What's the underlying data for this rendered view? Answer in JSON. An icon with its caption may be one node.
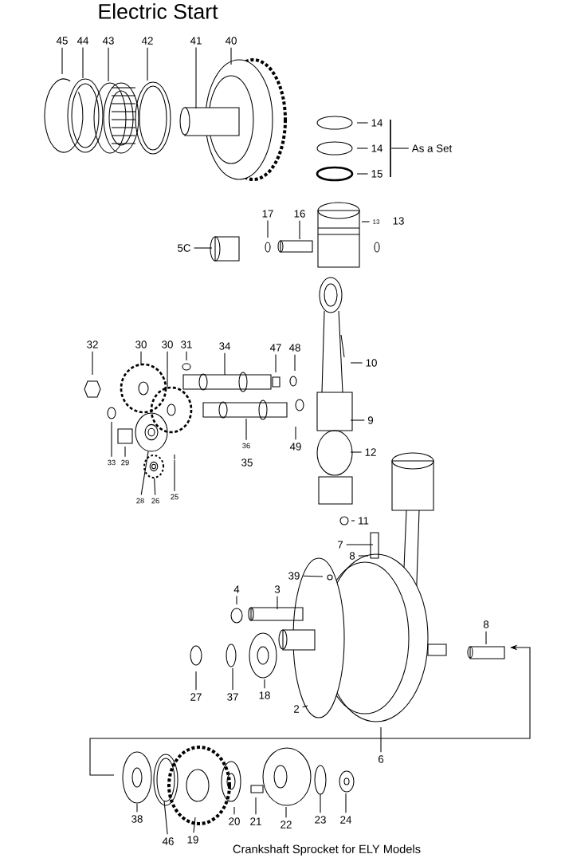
{
  "diagram": {
    "title": "Electric Start",
    "caption": "Crankshaft Sprocket for ELY Models",
    "nodes": [
      {
        "text": [
          "45"
        ]
      },
      {
        "text": [
          "44"
        ]
      },
      {
        "text": [
          "43"
        ]
      },
      {
        "text": [
          "42"
        ]
      },
      {
        "text": [
          "41"
        ]
      },
      {
        "text": [
          "40"
        ]
      },
      {
        "text": [
          "14"
        ]
      },
      {
        "text": [
          "14"
        ]
      },
      {
        "text": [
          "15"
        ]
      },
      {
        "text": [
          "As a Set"
        ]
      },
      {
        "text": [
          "17"
        ]
      },
      {
        "text": [
          "16"
        ]
      },
      {
        "text": [
          "13"
        ]
      },
      {
        "text": [
          "13"
        ]
      },
      {
        "text": [
          "5C"
        ]
      },
      {
        "text": [
          "32"
        ]
      },
      {
        "text": [
          "30"
        ]
      },
      {
        "text": [
          "30"
        ]
      },
      {
        "text": [
          "31"
        ]
      },
      {
        "text": [
          "34"
        ]
      },
      {
        "text": [
          "47"
        ]
      },
      {
        "text": [
          "48"
        ]
      },
      {
        "text": [
          "10"
        ]
      },
      {
        "text": [
          "33"
        ]
      },
      {
        "text": [
          "29"
        ]
      },
      {
        "text": [
          "36"
        ]
      },
      {
        "text": [
          "49"
        ]
      },
      {
        "text": [
          "9"
        ]
      },
      {
        "text": [
          "28"
        ]
      },
      {
        "text": [
          "26"
        ]
      },
      {
        "text": [
          "25"
        ]
      },
      {
        "text": [
          "35"
        ]
      },
      {
        "text": [
          "12"
        ]
      },
      {
        "text": [
          "11"
        ]
      },
      {
        "text": [
          "7"
        ]
      },
      {
        "text": [
          "8"
        ]
      },
      {
        "text": [
          "39"
        ]
      },
      {
        "text": [
          "4"
        ]
      },
      {
        "text": [
          "3"
        ]
      },
      {
        "text": [
          "8"
        ]
      },
      {
        "text": [
          "27"
        ]
      },
      {
        "text": [
          "37"
        ]
      },
      {
        "text": [
          "18"
        ]
      },
      {
        "text": [
          "2"
        ]
      },
      {
        "text": [
          "6"
        ]
      },
      {
        "text": [
          "38"
        ]
      },
      {
        "text": [
          "20"
        ]
      },
      {
        "text": [
          "21"
        ]
      },
      {
        "text": [
          "22"
        ]
      },
      {
        "text": [
          "23"
        ]
      },
      {
        "text": [
          "24"
        ]
      },
      {
        "text": [
          "46"
        ]
      },
      {
        "text": [
          "19"
        ]
      },
      {
        "text": [],
        "shape": "bar"
      },
      {
        "text": [],
        "shape": "picture"
      },
      {
        "text": [],
        "shape": "picture"
      }
    ],
    "edges": [
      {
        "from": 0,
        "to": null,
        "arrow": "none"
      },
      {
        "from": 1,
        "to": null,
        "arrow": "none"
      },
      {
        "from": 2,
        "to": null,
        "arrow": "none"
      },
      {
        "from": 3,
        "to": null,
        "arrow": "none"
      },
      {
        "from": 4,
        "to": null,
        "arrow": "none"
      },
      {
        "from": 5,
        "to": null,
        "arrow": "none"
      },
      {
        "from": 6,
        "to": null,
        "arrow": "none"
      },
      {
        "from": 7,
        "to": null,
        "arrow": "none"
      },
      {
        "from": 8,
        "to": null,
        "arrow": "none"
      },
      {
        "from": 9,
        "to": 53,
        "arrow": "none"
      },
      {
        "from": 10,
        "to": null,
        "arrow": "none"
      },
      {
        "from": 11,
        "to": null,
        "arrow": "none"
      },
      {
        "from": 12,
        "to": null,
        "arrow": "none"
      },
      {
        "from": 14,
        "to": null,
        "arrow": "none"
      },
      {
        "from": 15,
        "to": null,
        "arrow": "none"
      },
      {
        "from": 16,
        "to": null,
        "arrow": "none"
      },
      {
        "from": 17,
        "to": null,
        "arrow": "none"
      },
      {
        "from": 18,
        "to": null,
        "arrow": "none"
      },
      {
        "from": 19,
        "to": null,
        "arrow": "none"
      },
      {
        "from": 20,
        "to": null,
        "arrow": "none"
      },
      {
        "from": 21,
        "to": null,
        "arrow": "none"
      },
      {
        "from": 22,
        "to": null,
        "arrow": "none"
      },
      {
        "from": 23,
        "to": null,
        "arrow": "none"
      },
      {
        "from": 24,
        "to": null,
        "arrow": "none"
      },
      {
        "from": 25,
        "to": null,
        "arrow": "none"
      },
      {
        "from": 26,
        "to": null,
        "arrow": "none"
      },
      {
        "from": 27,
        "to": null,
        "arrow": "none"
      },
      {
        "from": 28,
        "to": 54,
        "arrow": "none"
      },
      {
        "from": 29,
        "to": 55,
        "arrow": "none"
      },
      {
        "from": 30,
        "to": null,
        "arrow": "none"
      },
      {
        "from": 32,
        "to": null,
        "arrow": "none"
      },
      {
        "from": 33,
        "to": null,
        "arrow": "none"
      },
      {
        "from": 34,
        "to": null,
        "arrow": "none"
      },
      {
        "from": 35,
        "to": null,
        "arrow": "none"
      },
      {
        "from": 36,
        "to": null,
        "arrow": "none"
      },
      {
        "from": 37,
        "to": null,
        "arrow": "none"
      },
      {
        "from": 38,
        "to": null,
        "arrow": "none"
      },
      {
        "from": 39,
        "to": null,
        "arrow": "none"
      },
      {
        "from": 40,
        "to": null,
        "arrow": "none"
      },
      {
        "from": 41,
        "to": null,
        "arrow": "none"
      },
      {
        "from": 42,
        "to": null,
        "arrow": "none"
      },
      {
        "from": 43,
        "to": null,
        "arrow": "none"
      },
      {
        "from": 44,
        "to": null,
        "arrow": "none"
      },
      {
        "from": 45,
        "to": null,
        "arrow": "none"
      },
      {
        "from": 46,
        "to": null,
        "arrow": "none"
      },
      {
        "from": 47,
        "to": null,
        "arrow": "none"
      },
      {
        "from": 48,
        "to": null,
        "arrow": "none"
      },
      {
        "from": 49,
        "to": null,
        "arrow": "none"
      },
      {
        "from": 50,
        "to": null,
        "arrow": "none"
      },
      {
        "from": 51,
        "to": null,
        "arrow": "none"
      },
      {
        "from": 52,
        "to": null,
        "arrow": "none"
      }
    ]
  }
}
